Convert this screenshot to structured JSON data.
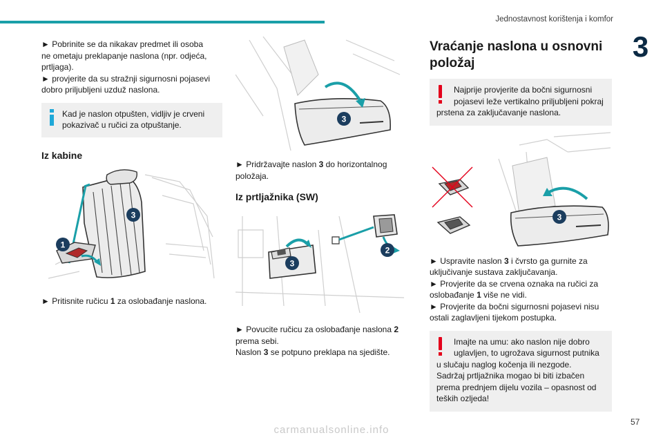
{
  "header": {
    "chapter_title": "Jednostavnost korištenja i komfor",
    "chapter_number": "3",
    "page_number": "57"
  },
  "column1": {
    "p1_line1": "► Pobrinite se da nikakav predmet ili osoba",
    "p1_line2": "ne ometaju preklapanje naslona (npr. odjeća,",
    "p1_line3": "prtljaga).",
    "p1_line4": "► provjerite da su stražnji sigurnosni pojasevi",
    "p1_line5": "dobro priljubljeni uzduž naslona.",
    "info_line1": "Kad je naslon otpušten, vidljiv je crveni",
    "info_line2": "pokazivač u ručici za otpuštanje.",
    "heading": "Iz kabine",
    "callout_1": "1",
    "callout_3": "3",
    "step_prefix": "► Pritisnite ručicu ",
    "step_num": "1",
    "step_suffix": " za oslobađanje naslona."
  },
  "column2": {
    "callout_3a": "3",
    "step1_prefix": "► Pridržavajte naslon ",
    "step1_num": "3",
    "step1_suffix": " do horizontalnog",
    "step1_line2": "položaja.",
    "heading": "Iz prtljažnika (SW)",
    "callout_2": "2",
    "callout_3b": "3",
    "step2_line1_prefix": "► Povucite ručicu za oslobađanje naslona ",
    "step2_num": "2",
    "step2_line2": "prema sebi.",
    "step2_line3_prefix": "Naslon ",
    "step2_line3_num": "3",
    "step2_line3_suffix": " se potpuno preklapa na sjedište."
  },
  "column3": {
    "heading_line1": "Vraćanje naslona u osnovni",
    "heading_line2": "položaj",
    "warn1_line1": "Najprije provjerite da bočni sigurnosni",
    "warn1_line2": "pojasevi leže vertikalno priljubljeni pokraj",
    "warn1_line3": "prstena za zaključavanje naslona.",
    "callout_3": "3",
    "s1_prefix": "► Uspravite naslon ",
    "s1_num": "3",
    "s1_suffix": " i čvrsto ga gurnite za",
    "s1_line2": "uključivanje sustava zaključavanja.",
    "s2_line1": "► Provjerite da se crvena oznaka na ručici za",
    "s2_prefix": "oslobađanje ",
    "s2_num": "1",
    "s2_suffix": " više ne vidi.",
    "s3_line1": "► Provjerite da bočni sigurnosni pojasevi nisu",
    "s3_line2": "ostali zaglavljeni tijekom postupka.",
    "warn2_line1": "Imajte na umu: ako naslon nije dobro",
    "warn2_line2": "uglavljen, to ugrožava sigurnost putnika",
    "warn2_line3": "u slučaju naglog kočenja ili nezgode.",
    "warn2_line4": "Sadržaj prtljažnika mogao bi biti izbačen",
    "warn2_line5": "prema prednjem dijelu vozila – opasnost od",
    "warn2_line6": "teških ozljeda!"
  },
  "footer": {
    "watermark": "carmanualsonline.info"
  },
  "colors": {
    "accent_teal": "#1a9fa8",
    "info_blue": "#1fa8d8",
    "warning_red": "#e3001b",
    "chapter_navy": "#0b2a44",
    "callout_navy": "#1b3d5e"
  }
}
